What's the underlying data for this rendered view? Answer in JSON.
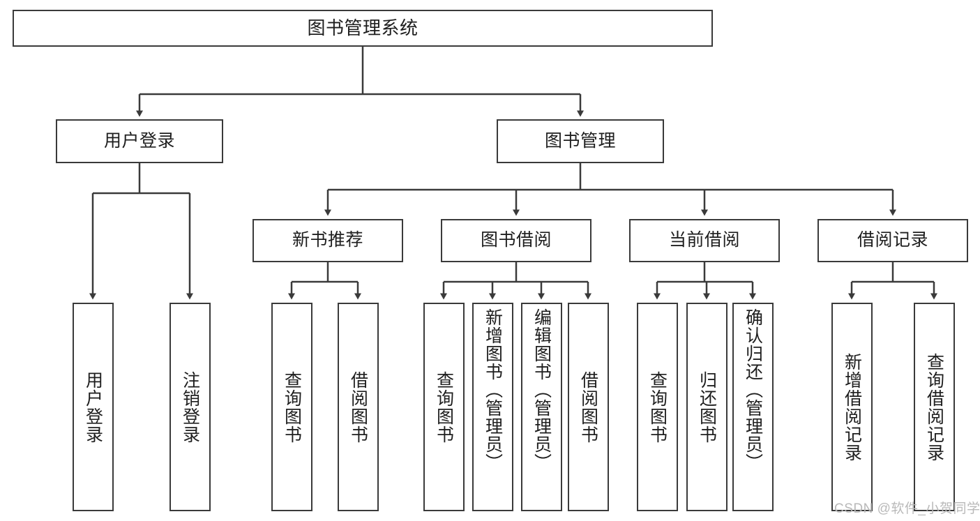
{
  "diagram": {
    "type": "tree-hierarchy-chart",
    "title": "图书管理系统",
    "theme": {
      "background": "#ffffff",
      "box_border": "#3a3a3a",
      "box_fill": "#ffffff",
      "text": "#1e1e1e",
      "edge": "#3a3a3a",
      "watermark": "#b9b9b9"
    },
    "nodes": {
      "root": {
        "label": "图书管理系统"
      },
      "level2": [
        {
          "label": "用户登录"
        },
        {
          "label": "图书管理"
        }
      ],
      "level3": [
        {
          "label": "新书推荐"
        },
        {
          "label": "图书借阅"
        },
        {
          "label": "当前借阅"
        },
        {
          "label": "借阅记录"
        }
      ],
      "leaves": {
        "user_login": [
          {
            "label": "用户登录"
          },
          {
            "label": "注销登录"
          }
        ],
        "new_book_recommend": [
          {
            "label": "查询图书"
          },
          {
            "label": "借阅图书"
          }
        ],
        "book_borrow": [
          {
            "label": "查询图书"
          },
          {
            "label": "新增图书（管理员）"
          },
          {
            "label": "编辑图书（管理员）"
          },
          {
            "label": "借阅图书"
          }
        ],
        "current_borrow": [
          {
            "label": "查询图书"
          },
          {
            "label": "归还图书"
          },
          {
            "label": "确认归还（管理员）"
          }
        ],
        "borrow_records": [
          {
            "label": "新增借阅记录"
          },
          {
            "label": "查询借阅记录"
          }
        ]
      }
    },
    "watermark": "CSDN @软件_小贺同学"
  }
}
